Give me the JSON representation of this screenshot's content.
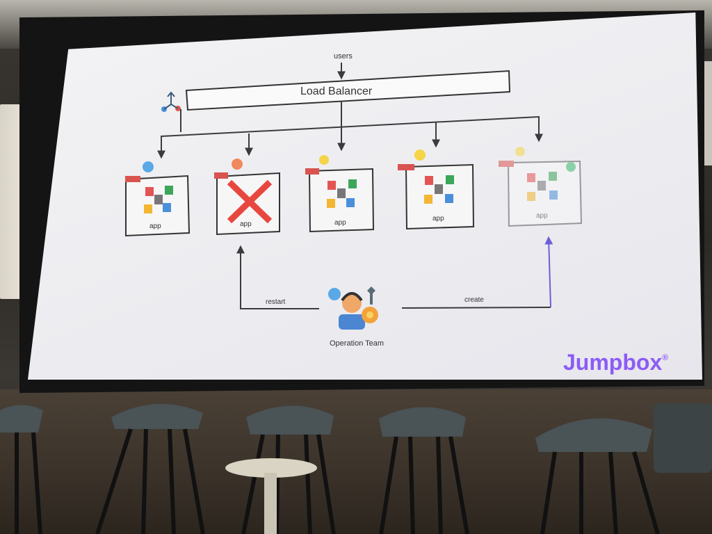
{
  "slide": {
    "users_label": "users",
    "load_balancer_label": "Load Balancer",
    "app_boxes": [
      {
        "label": "app",
        "status": "surprised",
        "crashed": false
      },
      {
        "label": "app",
        "status": "crashed",
        "crashed": true
      },
      {
        "label": "app",
        "status": "happy",
        "crashed": false
      },
      {
        "label": "app",
        "status": "happy",
        "crashed": false
      },
      {
        "label": "app",
        "status": "new",
        "crashed": false
      }
    ],
    "restart_label": "restart",
    "create_label": "create",
    "operator_label": "Operation Team",
    "brand": "Jumpbox",
    "brand_mark": "®"
  },
  "colors": {
    "arrow": "#3b3b3b",
    "create_arrow": "#6b5fd6",
    "brand": "#8b5cf6",
    "cross": "#e8473f"
  },
  "icons": [
    "load-balancer-icon",
    "server-icon",
    "emoji-icon",
    "app-grid-icon",
    "cross-icon",
    "operator-icon",
    "gear-icon",
    "wrench-icon",
    "plus-icon"
  ]
}
